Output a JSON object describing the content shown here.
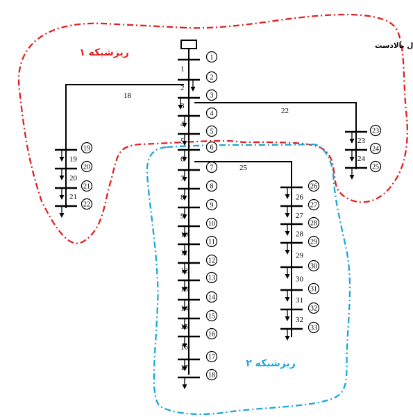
{
  "colors": {
    "mg1": "#e0201f",
    "mg2": "#1aa7d9",
    "line": "#000000"
  },
  "labels": {
    "upstream": "محل اتصال به شبکه انتقال بالادست",
    "mg1": "ریزشبکه ۱",
    "mg2": "ریزشبکه ۲"
  },
  "buses": [
    "1",
    "2",
    "3",
    "4",
    "5",
    "6",
    "7",
    "8",
    "9",
    "10",
    "11",
    "12",
    "13",
    "14",
    "15",
    "16",
    "17",
    "18",
    "19",
    "20",
    "21",
    "22",
    "23",
    "24",
    "25",
    "26",
    "27",
    "28",
    "29",
    "30",
    "31",
    "32",
    "33"
  ],
  "line_labels": {
    "main": [
      "1",
      "2",
      "3",
      "4",
      "5",
      "6",
      "7",
      "8",
      "9",
      "10",
      "11",
      "12",
      "13",
      "14",
      "15",
      "16",
      "17"
    ],
    "lateral1": [
      "19",
      "20",
      "21"
    ],
    "lateral2": [
      "23",
      "24"
    ],
    "lateral3": [
      "26",
      "27",
      "28",
      "29",
      "30",
      "31",
      "32"
    ],
    "tie": [
      "18",
      "22",
      "25"
    ]
  }
}
